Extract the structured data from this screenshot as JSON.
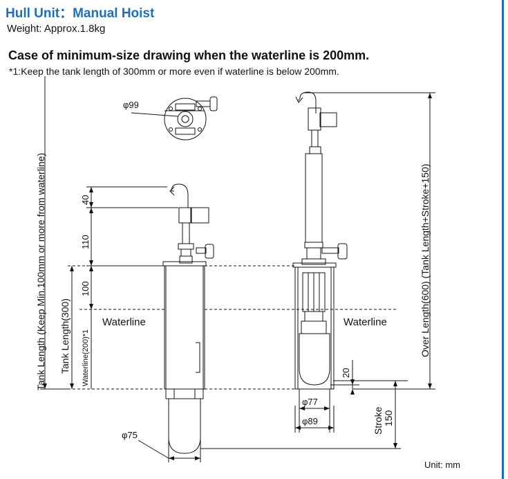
{
  "header": {
    "title": "Hull Unit：Manual Hoist",
    "weight": "Weight: Approx.1.8kg",
    "case_title": "Case of minimum-size drawing when the waterline is 200mm.",
    "note": "*1:Keep the tank length of 300mm or more even if waterline is below 200mm."
  },
  "labels": {
    "phi99": "φ99",
    "phi75": "φ75",
    "phi77": "φ77",
    "phi89": "φ89",
    "dim40": "40",
    "dim110": "110",
    "dim100": "100",
    "dim20": "20",
    "waterline_left": "Waterline",
    "waterline_right": "Waterline",
    "tank_length_keep": "Tank Length (Keep Min.100mm or more from waterline)",
    "tank_length": "Tank Length(300)",
    "waterline_200": "Waterline(200)*1",
    "over_length": "Over Length(600) (Tank Length+Stroke+150)",
    "stroke": "Stroke",
    "stroke_value": "150",
    "unit": "Unit: mm"
  },
  "colors": {
    "accent": "#1d6fb8",
    "line": "#111111"
  }
}
